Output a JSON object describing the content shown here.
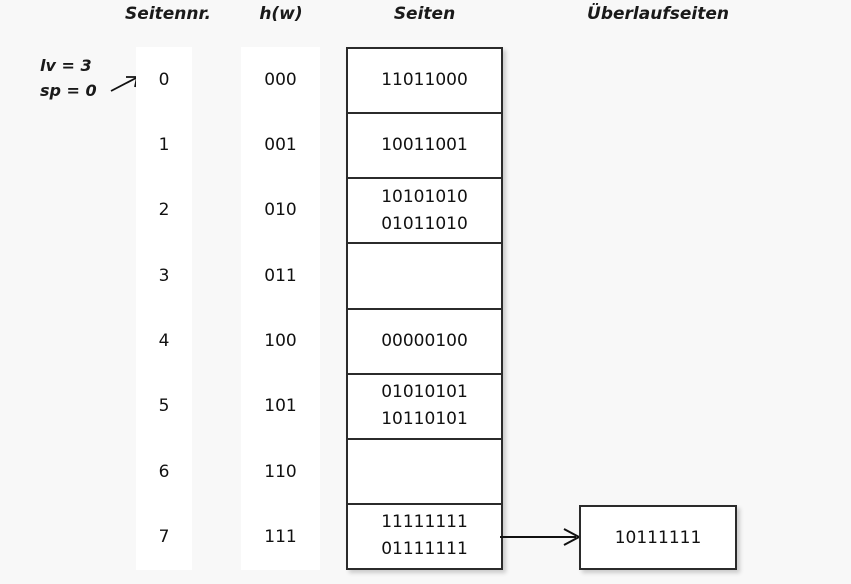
{
  "headers": {
    "seitennr": "Seitennr.",
    "hw": "h(w)",
    "seiten": "Seiten",
    "ueberlaufseiten": "Überlaufseiten"
  },
  "annotation": {
    "lv": "lv = 3",
    "sp": "sp = 0",
    "arrow_icon": "arrow-right-icon"
  },
  "colors": {
    "background": "#f8f8f8",
    "cell_background": "#ffffff",
    "border": "#2b2b2b",
    "text": "#111111"
  },
  "rows": [
    {
      "seitennr": "0",
      "hw": "000",
      "records": [
        "11011000"
      ]
    },
    {
      "seitennr": "1",
      "hw": "001",
      "records": [
        "10011001"
      ]
    },
    {
      "seitennr": "2",
      "hw": "010",
      "records": [
        "10101010",
        "01011010"
      ]
    },
    {
      "seitennr": "3",
      "hw": "011",
      "records": []
    },
    {
      "seitennr": "4",
      "hw": "100",
      "records": [
        "00000100"
      ]
    },
    {
      "seitennr": "5",
      "hw": "101",
      "records": [
        "01010101",
        "10110101"
      ]
    },
    {
      "seitennr": "6",
      "hw": "110",
      "records": []
    },
    {
      "seitennr": "7",
      "hw": "111",
      "records": [
        "11111111",
        "01111111"
      ]
    }
  ],
  "overflow": {
    "arrow_icon": "arrow-right-icon",
    "records": [
      "10111111"
    ]
  }
}
